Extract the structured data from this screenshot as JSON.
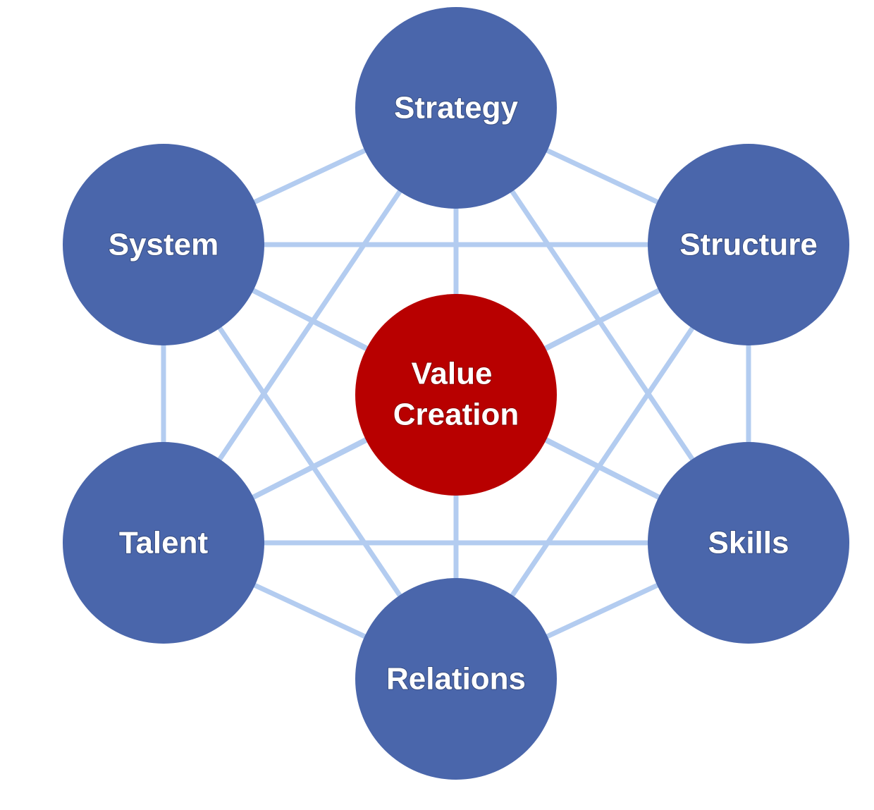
{
  "colors": {
    "node": "#4a66ab",
    "center": "#b80000",
    "edge": "#b3ccf0",
    "text": "#ffffff"
  },
  "center": {
    "id": "value",
    "lines": [
      "Value",
      "Creation"
    ]
  },
  "nodes": [
    {
      "id": "strategy",
      "label": "Strategy"
    },
    {
      "id": "structure",
      "label": "Structure"
    },
    {
      "id": "skills",
      "label": "Skills"
    },
    {
      "id": "relations",
      "label": "Relations"
    },
    {
      "id": "talent",
      "label": "Talent"
    },
    {
      "id": "system",
      "label": "System"
    }
  ]
}
